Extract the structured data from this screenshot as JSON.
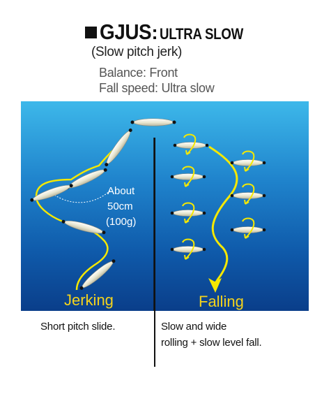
{
  "header": {
    "title_main": "GJUS",
    "title_colon": ":",
    "title_sub": "ULTRA SLOW",
    "subtitle": "(Slow pitch jerk)",
    "balance": "Balance: Front",
    "fall_speed": "Fall speed: Ultra slow"
  },
  "diagram": {
    "distance_line1": "About",
    "distance_line2": "50cm",
    "distance_line3": "(100g)",
    "left_label": "Jerking",
    "right_label": "Falling",
    "colors": {
      "label": "#f4d31c",
      "line": "#f5e800",
      "lure": "#e8e6d0",
      "background_top": "#3db8ea",
      "background_bottom": "#0a3e8a"
    }
  },
  "captions": {
    "left": "Short pitch slide.",
    "right_line1": "Slow and wide",
    "right_line2": "rolling +  slow level fall."
  }
}
